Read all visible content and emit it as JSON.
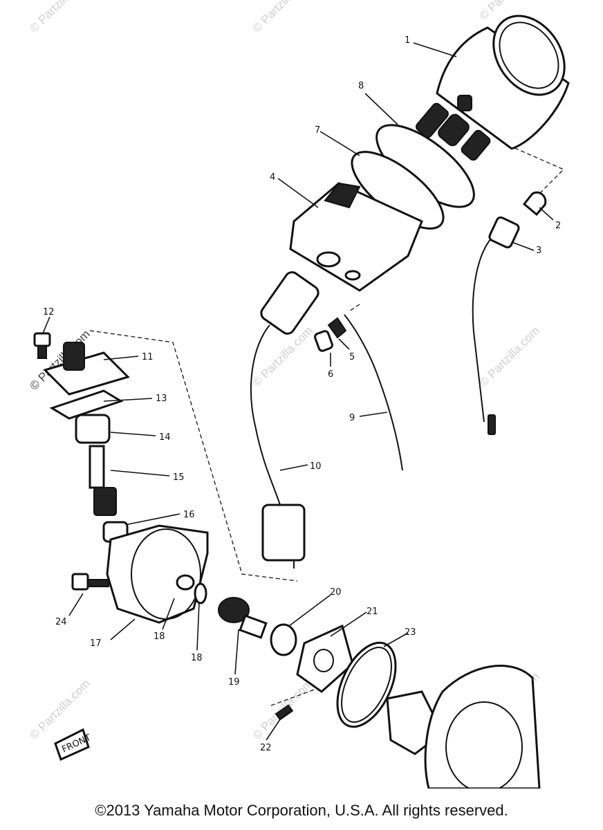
{
  "callouts": [
    {
      "id": "1",
      "label": "1"
    },
    {
      "id": "2",
      "label": "2"
    },
    {
      "id": "3",
      "label": "3"
    },
    {
      "id": "4",
      "label": "4"
    },
    {
      "id": "5",
      "label": "5"
    },
    {
      "id": "6",
      "label": "6"
    },
    {
      "id": "7",
      "label": "7"
    },
    {
      "id": "8",
      "label": "8"
    },
    {
      "id": "9",
      "label": "9"
    },
    {
      "id": "10",
      "label": "10"
    },
    {
      "id": "11",
      "label": "11"
    },
    {
      "id": "12",
      "label": "12"
    },
    {
      "id": "13",
      "label": "13"
    },
    {
      "id": "14",
      "label": "14"
    },
    {
      "id": "15",
      "label": "15"
    },
    {
      "id": "16",
      "label": "16"
    },
    {
      "id": "17",
      "label": "17"
    },
    {
      "id": "18a",
      "label": "18"
    },
    {
      "id": "18b",
      "label": "18"
    },
    {
      "id": "19",
      "label": "19"
    },
    {
      "id": "20",
      "label": "20"
    },
    {
      "id": "21",
      "label": "21"
    },
    {
      "id": "22",
      "label": "22"
    },
    {
      "id": "23",
      "label": "23"
    },
    {
      "id": "24",
      "label": "24"
    }
  ],
  "front_marker": "FRONT",
  "watermark": "© Partzilla.com",
  "copyright": "©2013 Yamaha Motor Corporation, U.S.A. All rights reserved."
}
